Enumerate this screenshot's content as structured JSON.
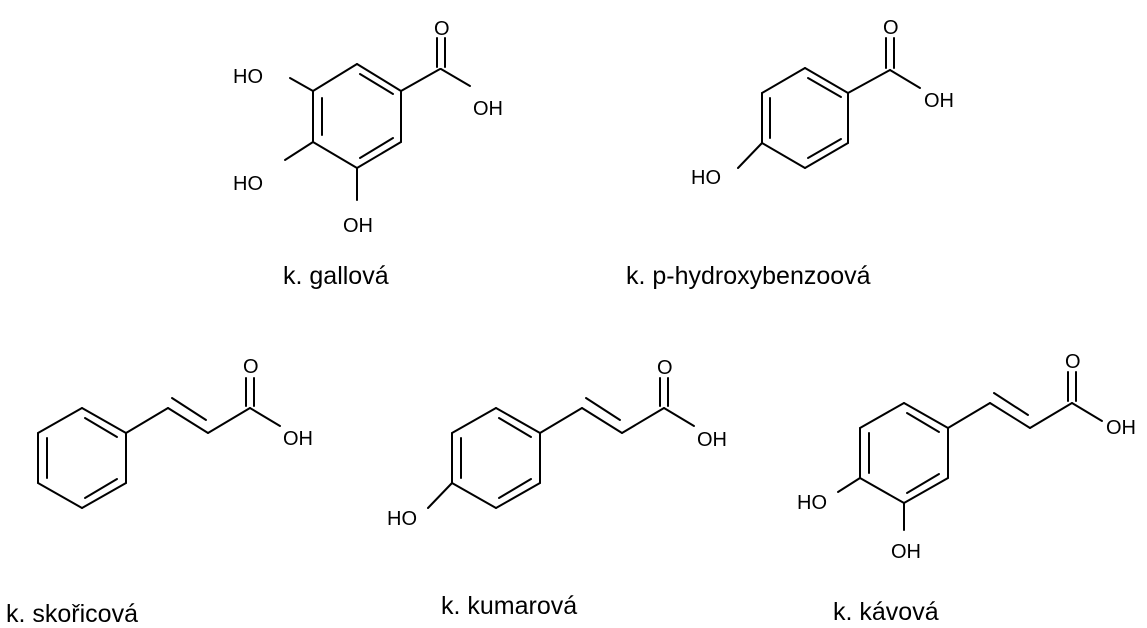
{
  "molecules": [
    {
      "id": "gallic",
      "name": "k. gallová",
      "labels": {
        "ho_top": "HO",
        "ho_mid": "HO",
        "oh_bottom": "OH",
        "o_carbonyl": "O",
        "oh_acid": "OH"
      }
    },
    {
      "id": "p-hydroxybenzoic",
      "name": "k. p-hydroxybenzoová",
      "labels": {
        "ho": "HO",
        "o_carbonyl": "O",
        "oh_acid": "OH"
      }
    },
    {
      "id": "cinnamic",
      "name": "k. skořicová",
      "labels": {
        "o_carbonyl": "O",
        "oh_acid": "OH"
      }
    },
    {
      "id": "coumaric",
      "name": "k. kumarová",
      "labels": {
        "ho": "HO",
        "o_carbonyl": "O",
        "oh_acid": "OH"
      }
    },
    {
      "id": "caffeic",
      "name": "k. kávová",
      "labels": {
        "ho": "HO",
        "oh": "OH",
        "o_carbonyl": "O",
        "oh_acid": "OH"
      }
    }
  ]
}
